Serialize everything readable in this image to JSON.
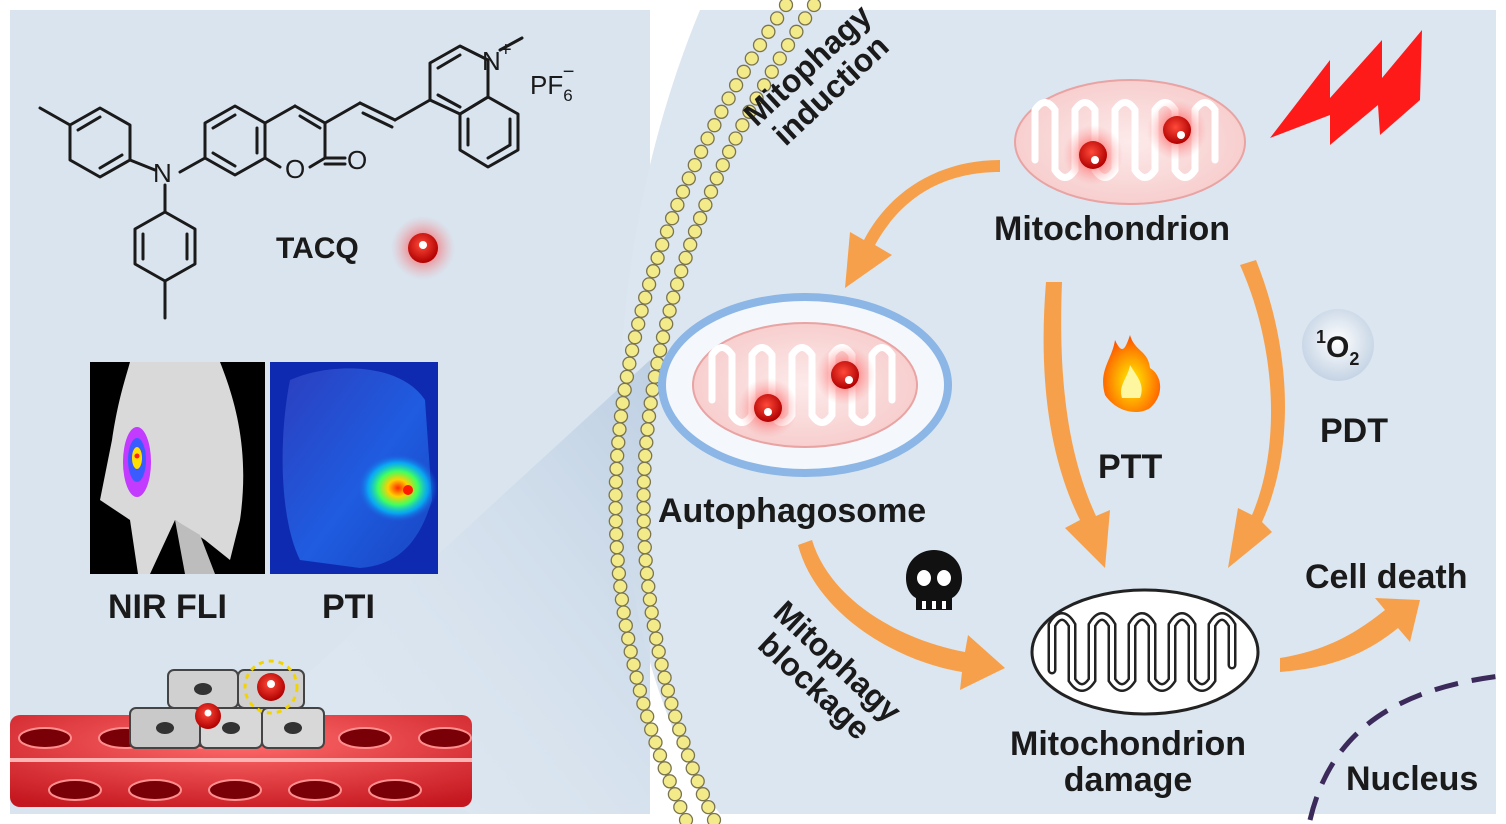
{
  "molecule": {
    "name_label": "TACQ",
    "atom_N": "N",
    "atom_O_ring": "O",
    "atom_O_carbonyl": "O",
    "atom_N_charged": "N",
    "charge": "+",
    "counterion_main": "PF",
    "counterion_sub": "6",
    "counterion_sup": "−"
  },
  "imaging": {
    "left_label": "NIR FLI",
    "right_label": "PTI"
  },
  "labels": {
    "mitophagy_induction_line1": "Mitophagy",
    "mitophagy_induction_line2": "induction",
    "mitochondrion": "Mitochondrion",
    "autophagosome": "Autophagosome",
    "ptt": "PTT",
    "pdt": "PDT",
    "singlet_oxygen_sup": "1",
    "singlet_oxygen_main": "O",
    "singlet_oxygen_sub": "2",
    "mitophagy_blockage_line1": "Mitophagy",
    "mitophagy_blockage_line2": "blockage",
    "cell_death": "Cell death",
    "damage_line1": "Mitochondrion",
    "damage_line2": "damage",
    "nucleus": "Nucleus"
  },
  "colors": {
    "left_panel_bg": "#d9e4ef",
    "cell_bg": "#dce6f0",
    "arrow": "#f7a04b",
    "probe_red": "#e10000",
    "lightning": "#ff1a1a",
    "membrane_bead": "#f3ea8a",
    "nucleus_border": "#3b2a5a",
    "vessel": "#d8202a"
  }
}
